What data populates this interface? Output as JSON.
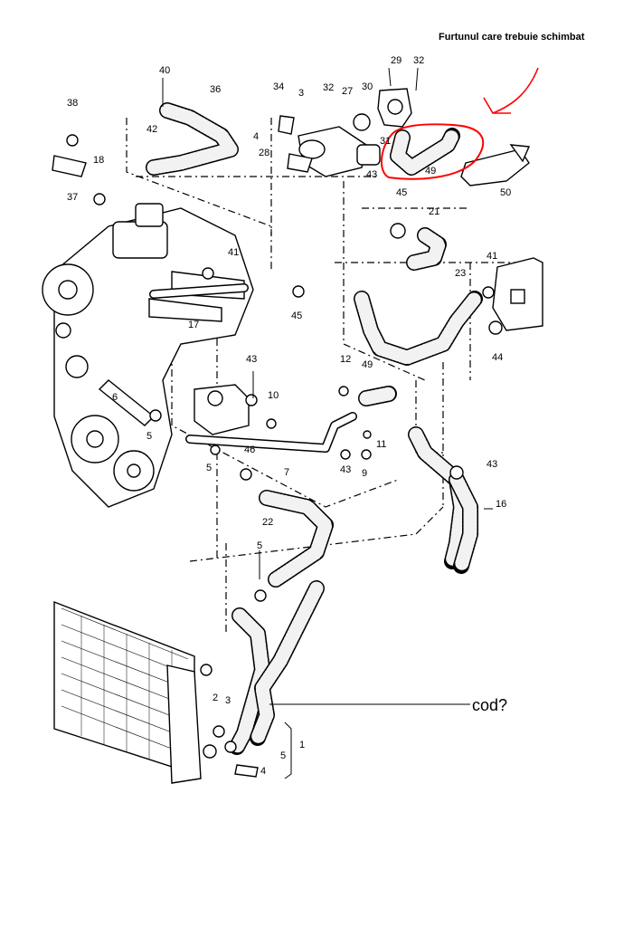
{
  "header": {
    "note": "Furtunul care trebuie schimbat"
  },
  "annotation": {
    "question": "cod?",
    "highlight_color": "#ff0000"
  },
  "callouts": {
    "c40": "40",
    "c36": "36",
    "c38": "38",
    "c42": "42",
    "c18": "18",
    "c37": "37",
    "c34": "34",
    "c3a": "3",
    "c32a": "32",
    "c27": "27",
    "c30": "30",
    "c29": "29",
    "c32b": "32",
    "c4a": "4",
    "c28": "28",
    "c31": "31",
    "c43a": "43",
    "c49a": "49",
    "c45a": "45",
    "c50": "50",
    "c21": "21",
    "c41a": "41",
    "c41b": "41",
    "c23": "23",
    "c45b": "45",
    "c17": "17",
    "c44": "44",
    "c43b": "43",
    "c10": "10",
    "c12": "12",
    "c49b": "49",
    "c6": "6",
    "c5a": "5",
    "c5b": "5",
    "c46": "46",
    "c7": "7",
    "c43c": "43",
    "c9": "9",
    "c11": "11",
    "c43d": "43",
    "c16": "16",
    "c22": "22",
    "c5c": "5",
    "c2": "2",
    "c3b": "3",
    "c4b": "4",
    "c5d": "5",
    "c1": "1"
  }
}
